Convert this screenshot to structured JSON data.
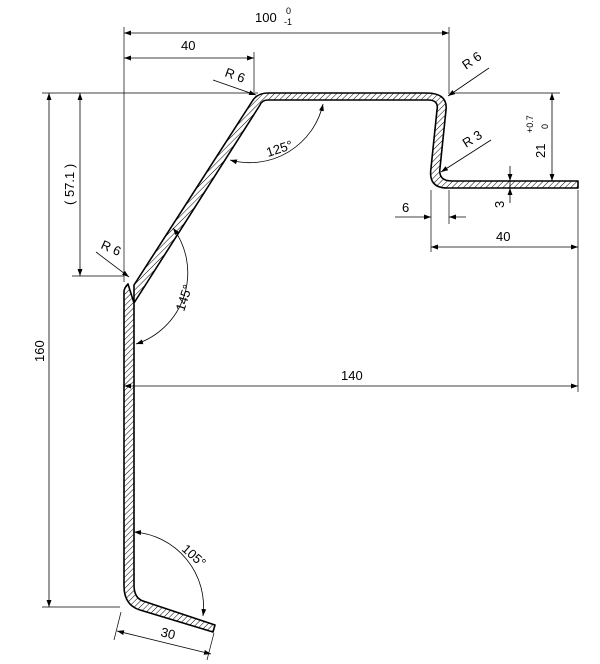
{
  "dimensions": {
    "overall_width": {
      "value": "100",
      "tol_upper": "0",
      "tol_lower": "-1"
    },
    "top_left": "40",
    "bend_radius_top_left": "R 6",
    "bend_radius_top_right": "R 6",
    "bend_radius_inner": "R 3",
    "bend_radius_left": "R 6",
    "vertical_ref": "( 57.1 )",
    "step_height": {
      "value": "21",
      "tol_upper": "+0.7",
      "tol_lower": "0"
    },
    "thickness": "3",
    "offset": "6",
    "right_flange": "40",
    "overall_height": "160",
    "span": "140",
    "bottom_flange": "30"
  },
  "angles": {
    "top": "125°",
    "left": "145°",
    "bottom": "105°"
  },
  "colors": {
    "line": "#000000",
    "background": "#ffffff"
  }
}
